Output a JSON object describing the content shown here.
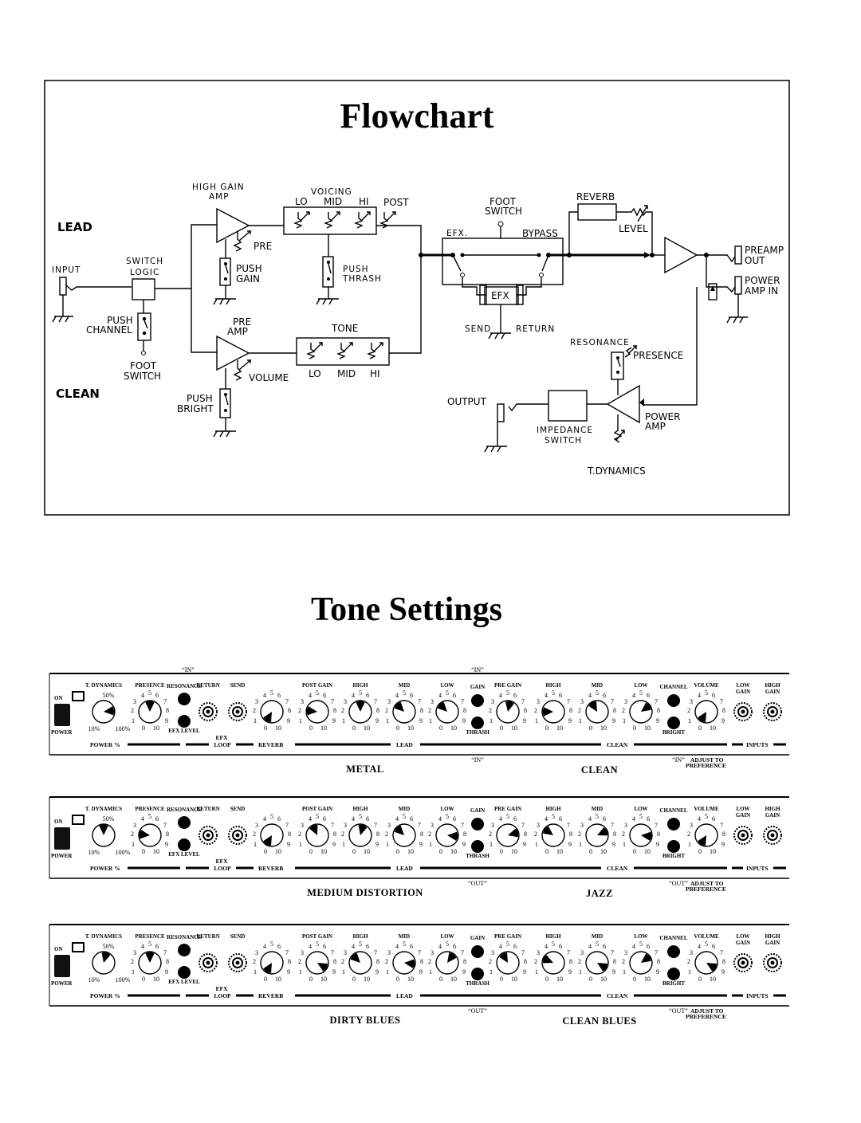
{
  "flowchart": {
    "title": "Flowchart",
    "sections": {
      "lead": "LEAD",
      "clean": "CLEAN"
    },
    "labels": {
      "input": "INPUT",
      "switch_logic_1": "SWITCH",
      "switch_logic_2": "LOGIC",
      "push_channel_1": "PUSH",
      "push_channel_2": "CHANNEL",
      "foot_switch_a_1": "FOOT",
      "foot_switch_a_2": "SWITCH",
      "high_gain_1": "HIGH  GAIN",
      "high_gain_2": "AMP",
      "pre": "PRE",
      "push_gain_1": "PUSH",
      "push_gain_2": "GAIN",
      "voicing": "VOICING",
      "v_lo": "LO",
      "v_mid": "MID",
      "v_hi": "HI",
      "post": "POST",
      "push_thrash_1": "PUSH",
      "push_thrash_2": "THRASH",
      "pre_amp_1": "PRE",
      "pre_amp_2": "AMP",
      "volume": "VOLUME",
      "push_bright_1": "PUSH",
      "push_bright_2": "BRIGHT",
      "tone": "TONE",
      "t_lo": "LO",
      "t_mid": "MID",
      "t_hi": "HI",
      "foot_switch_b_1": "FOOT",
      "foot_switch_b_2": "SWITCH",
      "efx": "EFX.",
      "bypass": "BYPASS",
      "efx_box": "EFX",
      "send": "SEND",
      "return": "RETURN",
      "reverb": "REVERB",
      "level": "LEVEL",
      "preamp_out_1": "PREAMP",
      "preamp_out_2": "OUT",
      "power_amp_in_1": "POWER",
      "power_amp_in_2": "AMP  IN",
      "resonance": "RESONANCE",
      "presence": "PRESENCE",
      "output": "OUTPUT",
      "impedance_1": "IMPEDANCE",
      "impedance_2": "SWITCH",
      "power_amp_1": "POWER",
      "power_amp_2": "AMP",
      "t_dynamics": "T.DYNAMICS"
    }
  },
  "tone_settings": {
    "title": "Tone Settings",
    "panel_labels": {
      "t_dynamics": "T. DYNAMICS",
      "presence": "PRESENCE",
      "resonance": "RESONANCE",
      "return": "RETURN",
      "send": "SEND",
      "post_gain": "POST GAIN",
      "high": "HIGH",
      "mid": "MID",
      "low": "LOW",
      "gain": "GAIN",
      "thrash": "THRASH",
      "pre_gain": "PRE GAIN",
      "high2": "HIGH",
      "mid2": "MID",
      "low2": "LOW",
      "channel": "CHANNEL",
      "bright": "BRIGHT",
      "volume": "VOLUME",
      "low_gain_1": "LOW",
      "low_gain_2": "GAIN",
      "high_gain_1": "HIGH",
      "high_gain_2": "GAIN",
      "on": "ON",
      "power": "POWER",
      "pct50": "50%",
      "pct10": "10%",
      "pct100": "100%",
      "efx_level": "EFX LEVEL",
      "efx": "EFX",
      "loop": "LOOP",
      "power_pct": "POWER %",
      "reverb": "REVERB",
      "lead": "LEAD",
      "clean": "CLEAN",
      "inputs": "INPUTS",
      "in_q": "“IN”",
      "out_q": "“OUT”",
      "adjust_1": "ADJUST TO",
      "adjust_2": "PREFERENCE"
    },
    "panels": [
      {
        "top_marks": [
          "“IN”",
          "“IN”"
        ],
        "bottom_mark": "“IN”",
        "right_mark": "“IN”",
        "caption_left": "METAL",
        "caption_right": "CLEAN",
        "knob_settings": {
          "t_dynamics": 7.8,
          "presence": 5,
          "reverb": 0,
          "post_gain": 2.2,
          "high": 5,
          "mid": 3.5,
          "low": 3.5,
          "pre_gain": 5.4,
          "high2": 2,
          "mid2": 4,
          "low2": 6.8,
          "volume": 0
        }
      },
      {
        "top_marks": [],
        "bottom_mark": "“OUT”",
        "right_mark": "“OUT”",
        "caption_left": "MEDIUM  DISTORTION",
        "caption_right": "JAZZ",
        "knob_settings": {
          "t_dynamics": 5,
          "presence": 2.2,
          "reverb": 0,
          "post_gain": 4.2,
          "high": 5.5,
          "mid": 3.5,
          "low": 8.2,
          "pre_gain": 7.5,
          "high2": 3.2,
          "mid2": 7.2,
          "low2": 8.2,
          "volume": 0
        }
      },
      {
        "top_marks": [],
        "bottom_mark": "“OUT”",
        "right_mark": "“OUT”",
        "caption_left": "DIRTY BLUES",
        "caption_right": "CLEAN BLUES",
        "knob_settings": {
          "t_dynamics": 5.5,
          "presence": 5,
          "reverb": 0,
          "post_gain": 9,
          "high": 3.5,
          "mid": 8.2,
          "low": 6.2,
          "pre_gain": 4,
          "high2": 2.8,
          "mid2": 9,
          "low2": 6.8,
          "volume": 9
        }
      }
    ]
  }
}
